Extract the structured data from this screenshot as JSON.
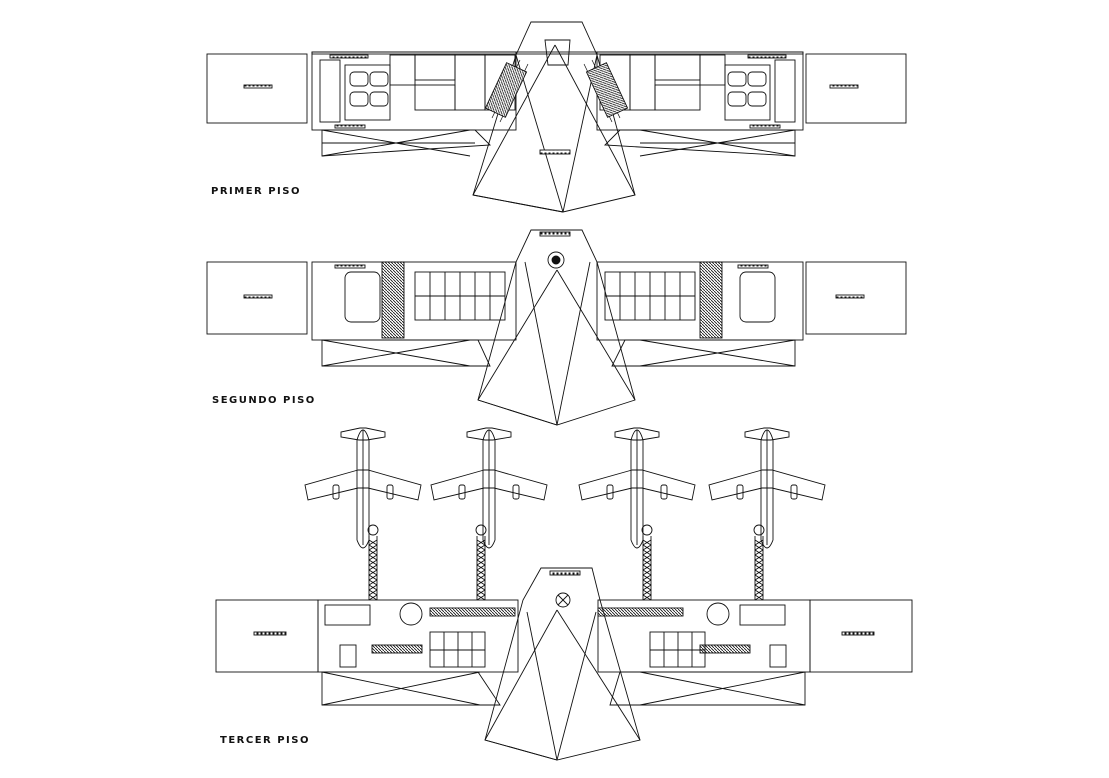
{
  "floors": [
    {
      "id": "primer",
      "label": "PRIMER PISO"
    },
    {
      "id": "segundo",
      "label": "SEGUNDO PISO"
    },
    {
      "id": "tercer",
      "label": "TERCER PISO"
    }
  ],
  "aircraft": {
    "count": 4
  },
  "colors": {
    "line": "#111111",
    "background": "#ffffff"
  }
}
